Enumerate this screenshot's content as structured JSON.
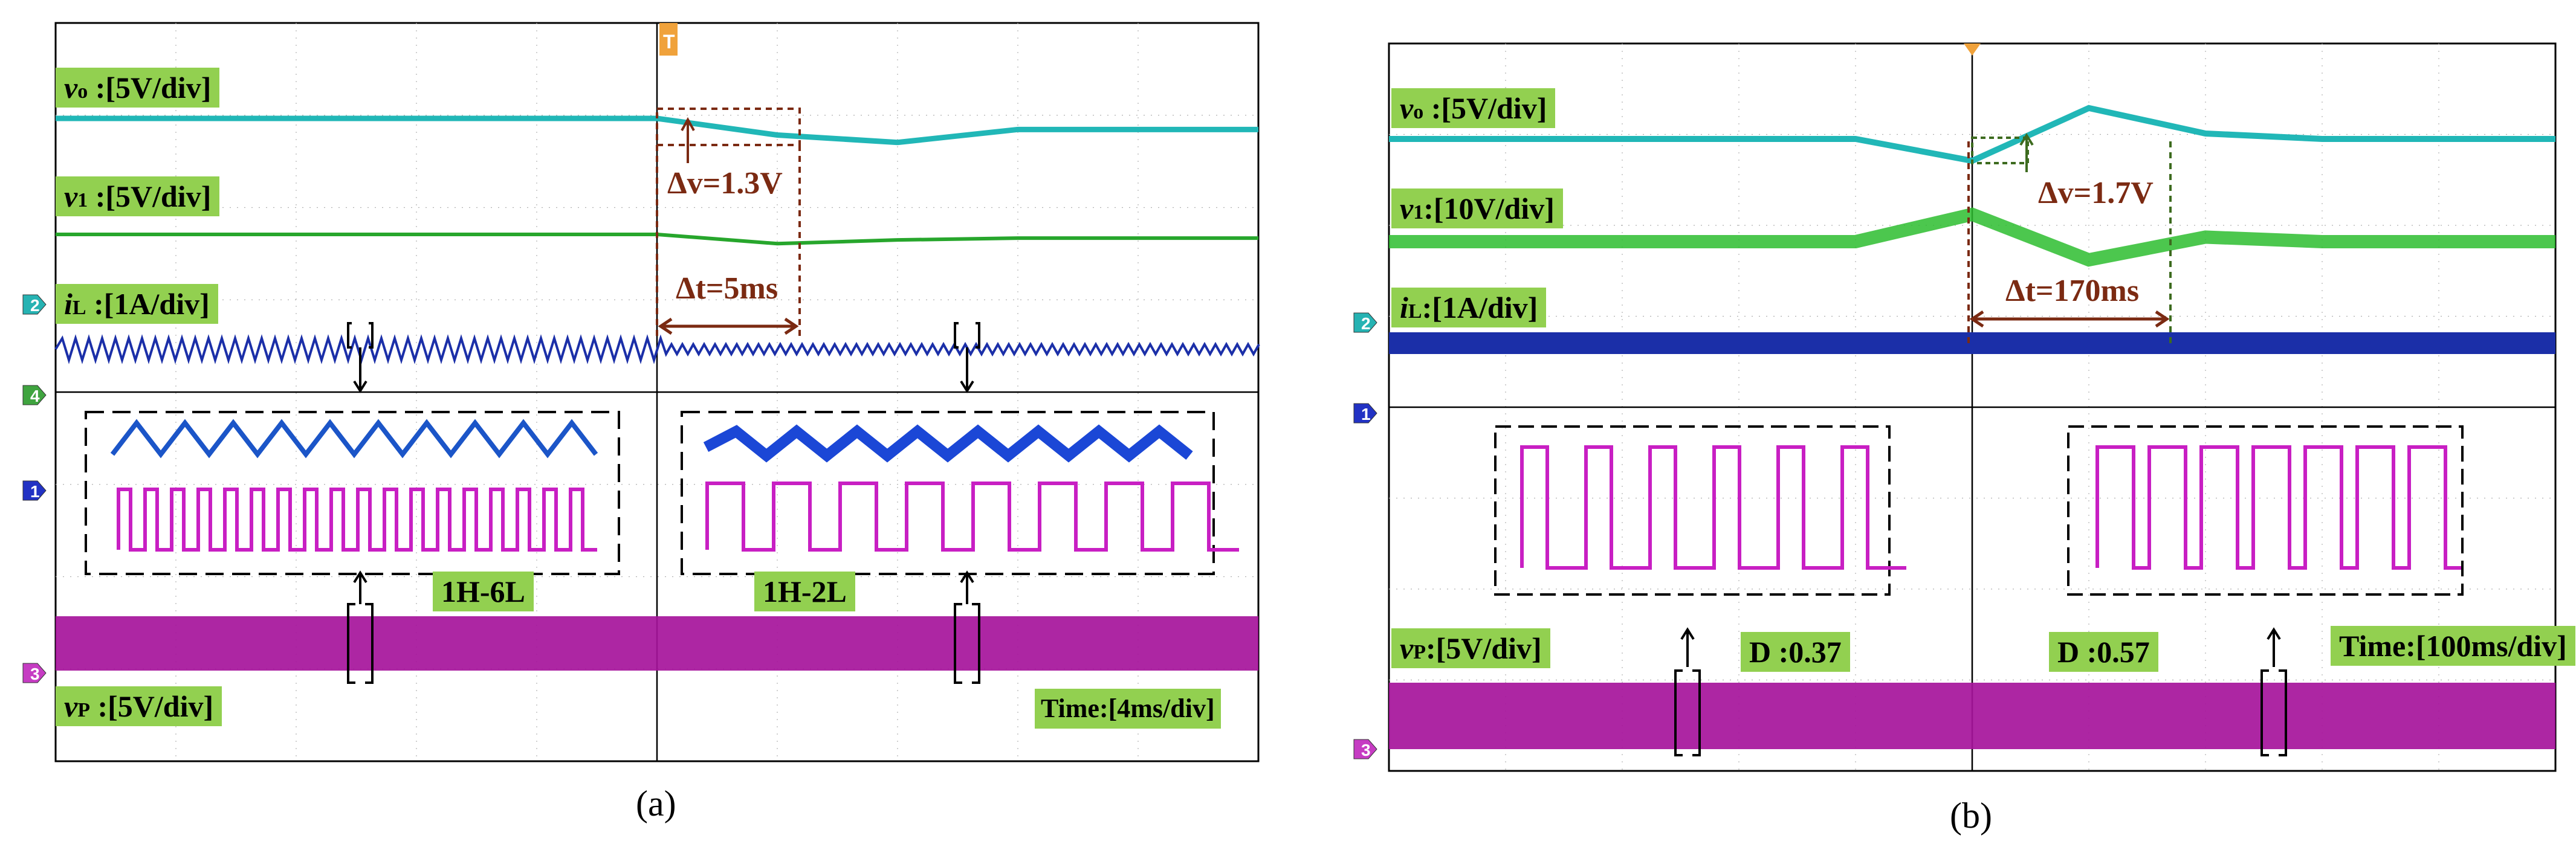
{
  "chart_data": [
    {
      "type": "line",
      "panel_caption": "(a)",
      "grid": "on",
      "channel_labels": {
        "vo": "vₒ :[5V/div]",
        "v1": "v₁ :[5V/div]",
        "iL": "iL :[1A/div]",
        "vp": "vₚ :[5V/div]"
      },
      "time_label": "Time:[4ms/div]",
      "trigger_marker": "T",
      "ground_markers": [
        "2",
        "4",
        "1",
        "3"
      ],
      "annotations": {
        "delta_v": "Δv=1.3V",
        "delta_t": "Δt=5ms",
        "mode_before": "1H-6L",
        "mode_after": "1H-2L"
      },
      "time_ms": [
        0,
        4,
        8,
        12,
        16,
        20,
        24,
        28,
        32,
        36,
        40
      ],
      "series": [
        {
          "name": "vₒ",
          "values": [
            0,
            0,
            0,
            0,
            0,
            0,
            -0.9,
            -1.3,
            -0.6,
            -0.6,
            -0.6
          ]
        },
        {
          "name": "v₁",
          "values": [
            0,
            0,
            0,
            0,
            0,
            0,
            -0.5,
            -0.3,
            -0.2,
            -0.2,
            -0.2
          ]
        }
      ]
    },
    {
      "type": "line",
      "panel_caption": "(b)",
      "grid": "on",
      "channel_labels": {
        "vo": "vₒ :[5V/div]",
        "v1": "v₁:[10V/div]",
        "iL": "iL:[1A/div]",
        "vp": "vₚ:[5V/div]"
      },
      "time_label": "Time:[100ms/div]",
      "trigger_marker": "",
      "ground_markers": [
        "2",
        "1",
        "3"
      ],
      "annotations": {
        "delta_v": "Δv=1.7V",
        "delta_t": "Δt=170ms",
        "duty_before": "D :0.37",
        "duty_after": "D :0.57"
      },
      "time_ms": [
        0,
        100,
        200,
        300,
        400,
        500,
        600,
        700,
        800,
        900,
        1000
      ],
      "series": [
        {
          "name": "vₒ",
          "values": [
            0,
            0,
            0,
            0,
            0,
            -1.2,
            1.7,
            0.3,
            0,
            0,
            0
          ]
        },
        {
          "name": "v₁",
          "values": [
            0,
            0,
            0,
            0,
            0,
            3,
            -2,
            0.5,
            0,
            0,
            0
          ]
        }
      ]
    }
  ]
}
